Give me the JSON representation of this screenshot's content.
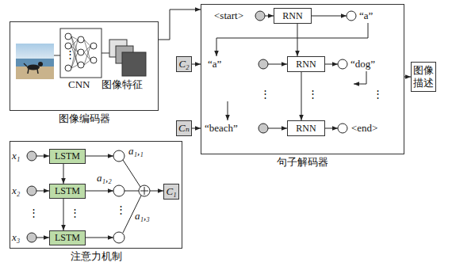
{
  "diagram": {
    "nodes": [
      {
        "text": [
          "图像编码器"
        ]
      },
      {
        "text": [
          "C₂"
        ]
      },
      {
        "text": [
          "Cₙ"
        ]
      },
      {
        "text": [
          "句子解码器"
        ]
      },
      {
        "text": [
          "RNN"
        ],
        "in": 3
      },
      {
        "text": [
          "RNN"
        ],
        "in": 3
      },
      {
        "text": [
          "RNN"
        ],
        "in": 3
      },
      {
        "text": [
          "图像 描述"
        ]
      },
      {
        "text": [
          "注意力机制"
        ]
      },
      {
        "text": [
          "LSTM"
        ],
        "in": 8
      },
      {
        "text": [
          "LSTM"
        ],
        "in": 8
      },
      {
        "text": [
          "LSTM"
        ],
        "in": 8
      },
      {
        "text": [
          "C₁"
        ],
        "in": 8
      }
    ],
    "edges": [
      {
        "from": 0,
        "to": 3,
        "arrow": "to"
      },
      {
        "from": 1,
        "to": 3,
        "arrow": "to"
      },
      {
        "from": 2,
        "to": 3,
        "arrow": "to"
      },
      {
        "from": 4,
        "to": 5,
        "arrow": "to"
      },
      {
        "from": 5,
        "to": 6,
        "arrow": "to"
      },
      {
        "from": 3,
        "to": 7,
        "arrow": "to"
      },
      {
        "from": 9,
        "to": 10,
        "arrow": "to"
      },
      {
        "from": 10,
        "to": 11,
        "arrow": "to"
      }
    ],
    "labels": [
      "CNN",
      "⋮",
      "图像特征",
      "<start>",
      "“a”",
      "“a”",
      "“dog”",
      "⋮",
      "⋮",
      "⋮",
      "“beach”",
      "<end>",
      "x₁",
      "x₂",
      "⋮",
      "x₃",
      "⋮",
      "⋮",
      "a₁,₁",
      "a₁,₂",
      "a₁,₃"
    ]
  }
}
